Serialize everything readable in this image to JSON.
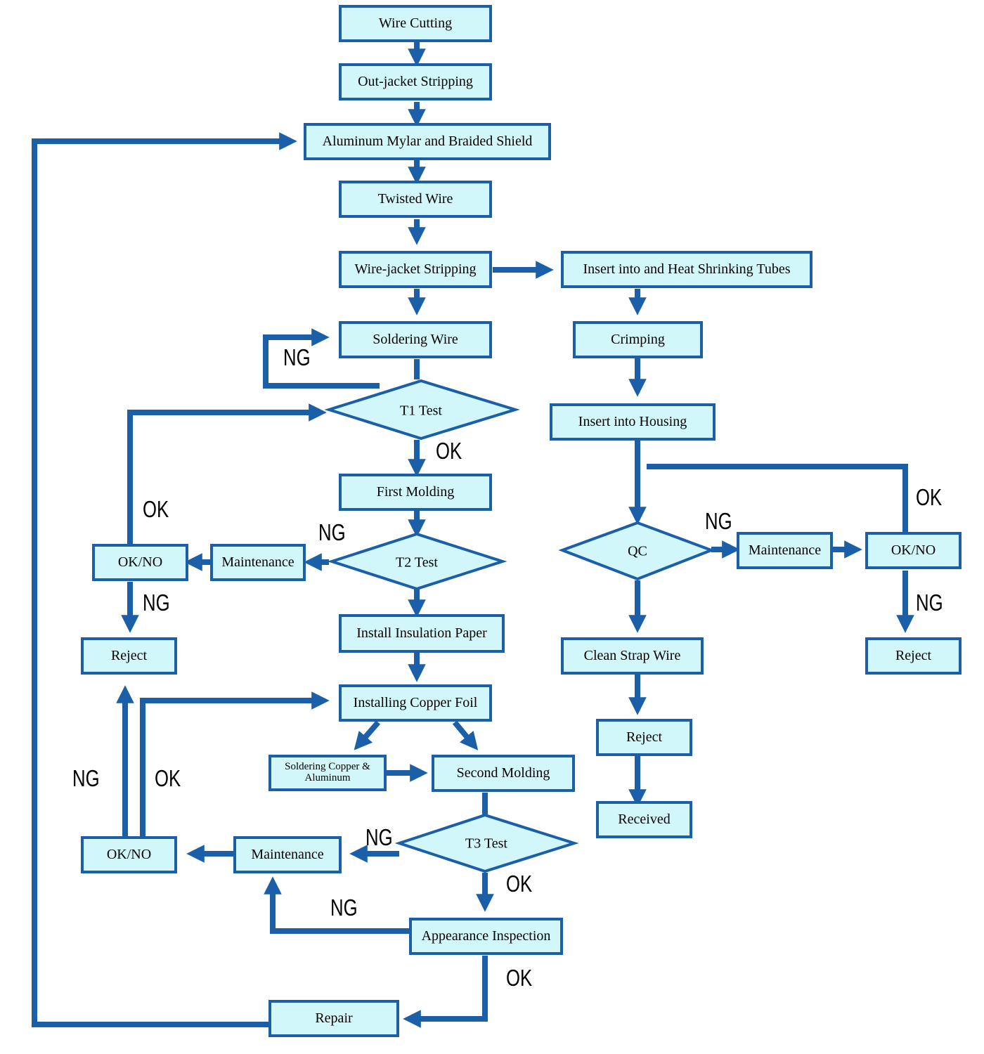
{
  "nodes": {
    "wire_cutting": "Wire Cutting",
    "outjacket_stripping": "Out-jacket Stripping",
    "aluminum_mylar": "Aluminum Mylar and Braided Shield",
    "twisted_wire": "Twisted Wire",
    "wirejacket_stripping": "Wire-jacket Stripping",
    "heat_shrinking": "Insert into and Heat Shrinking Tubes",
    "soldering_wire": "Soldering Wire",
    "crimping": "Crimping",
    "t1_test": "T1 Test",
    "insert_housing": "Insert into Housing",
    "first_molding": "First Molding",
    "t2_test": "T2 Test",
    "maintenance_t2": "Maintenance",
    "oknog_t2": "OK/NO",
    "reject_left": "Reject",
    "qc": "QC",
    "maintenance_qc": "Maintenance",
    "oknog_qc": "OK/NO",
    "install_insulation": "Install Insulation Paper",
    "clean_strap": "Clean Strap Wire",
    "reject_qc": "Reject",
    "installing_copper": "Installing Copper Foil",
    "soldering_copper": "Soldering Copper &\nAluminum",
    "second_molding": "Second Molding",
    "reject_right": "Reject",
    "received": "Received",
    "t3_test": "T3 Test",
    "maintenance_t3": "Maintenance",
    "oknog_t3": "OK/NO",
    "appearance": "Appearance Inspection",
    "repair": "Repair"
  },
  "labels": {
    "ng_soldering": "NG",
    "ok_t1": "OK",
    "ok_loop_t1": "OK",
    "ng_t2": "NG",
    "ng_to_reject": "NG",
    "ng_qc": "NG",
    "ok_qc_loop": "OK",
    "ng_qc_reject": "NG",
    "ng_t3_reject": "NG",
    "ok_t3_loop": "OK",
    "ng_t3": "NG",
    "ok_t3": "OK",
    "ng_appearance": "NG",
    "ok_appearance": "OK"
  },
  "colors": {
    "line": "#1a5fa8",
    "fill": "#d2f7fb"
  }
}
